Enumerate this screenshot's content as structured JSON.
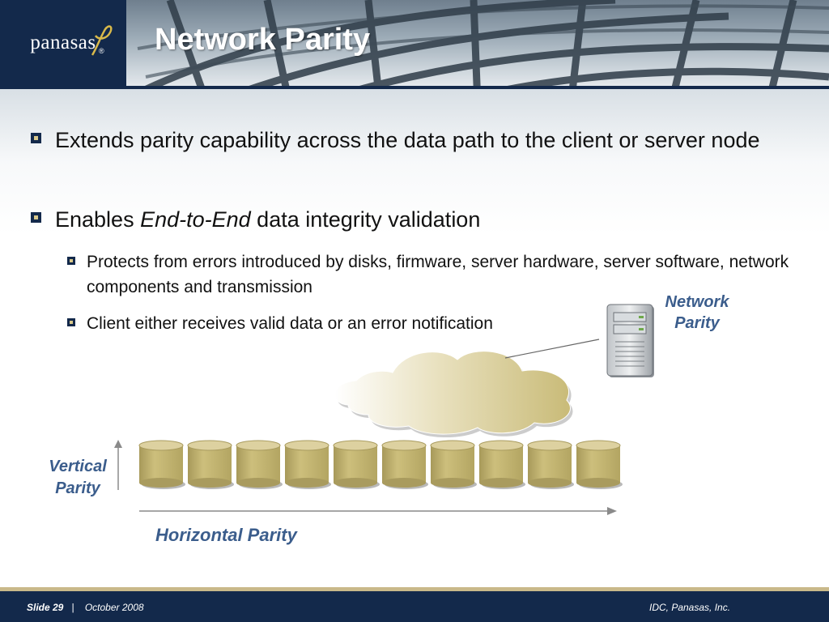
{
  "header": {
    "logo_text": "panasas",
    "logo_mark": "®",
    "title": "Network Parity"
  },
  "bullets": {
    "b1": "Extends parity capability across the data path to the client or server node",
    "b2": {
      "before": "Enables ",
      "em": "End-to-End",
      "after": " data integrity validation"
    },
    "sub1": "Protects from errors introduced by disks, firmware, server hardware, server software, network components and transmission",
    "sub2": "Client either receives valid data or an error notification"
  },
  "diagram": {
    "network_parity_line1": "Network",
    "network_parity_line2": "Parity",
    "vertical_parity_line1": "Vertical",
    "vertical_parity_line2": "Parity",
    "horizontal_parity": "Horizontal Parity",
    "disk_count": 10
  },
  "footer": {
    "slide_label": "Slide 29",
    "separator": "|",
    "date": "October 2008",
    "company": "IDC, Panasas, Inc."
  },
  "colors": {
    "navy": "#13294b",
    "gold": "#c9b98a",
    "label_blue": "#3b5d8c",
    "disk": "#c8b870"
  }
}
